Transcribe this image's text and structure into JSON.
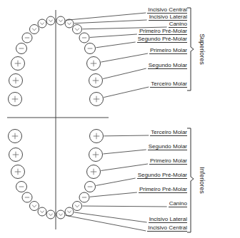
{
  "diagram": {
    "labels": [
      "Incisivo Central",
      "Incisivo Lateral",
      "Canino",
      "Primeiro Pré-Molar",
      "Segundo Pré-Molar",
      "Primeiro Molar",
      "Segundo Molar",
      "Terceiro Molar",
      "Terceiro Molar",
      "Segundo Molar",
      "Primeiro Molar",
      "Segundo Pré-Molar",
      "Primeiro Pré-Molar",
      "Canino",
      "Incisivo Lateral",
      "Incisivo Central",
      "Superiores",
      "Inferiores"
    ]
  }
}
